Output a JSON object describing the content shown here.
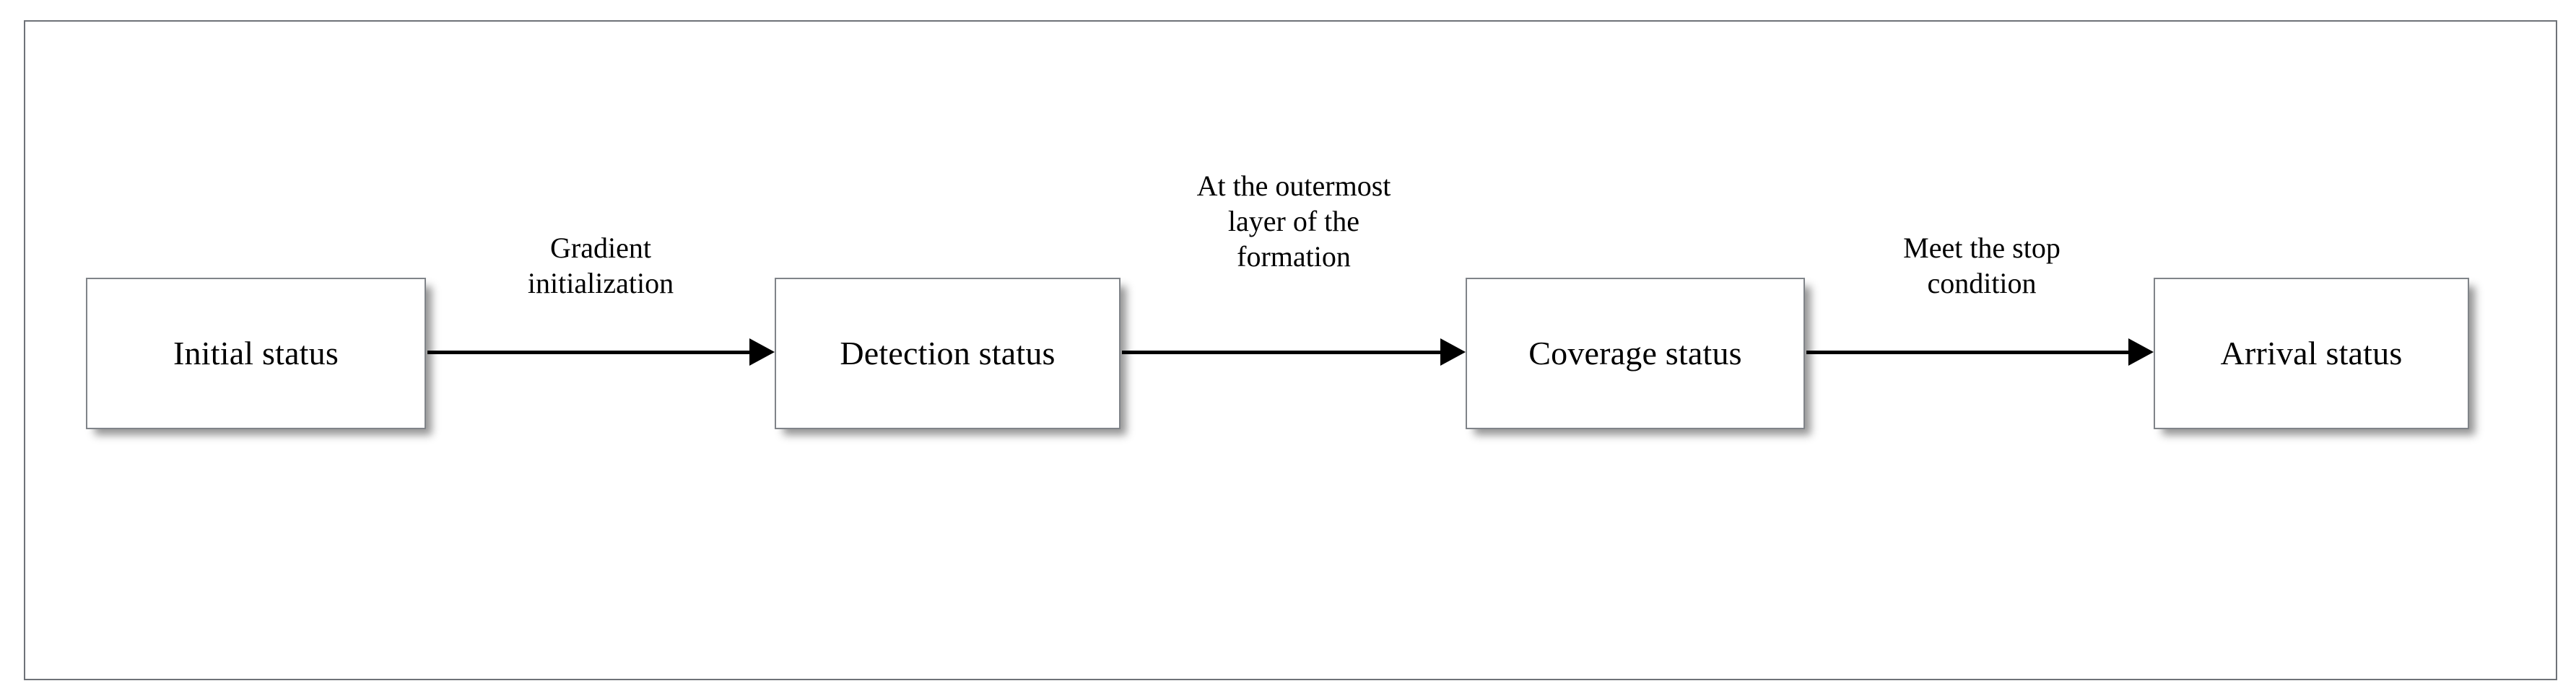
{
  "figure": {
    "type": "state-transition-flowchart",
    "orientation": "horizontal",
    "frame_border_color": "#6e7278",
    "box_border_color": "#808489",
    "box_fill_color": "#ffffff",
    "arrow_color": "#000000",
    "text_color": "#000000",
    "background_color": "#ffffff"
  },
  "nodes": [
    {
      "id": "initial",
      "label": "Initial status"
    },
    {
      "id": "detection",
      "label": "Detection status"
    },
    {
      "id": "coverage",
      "label": "Coverage status"
    },
    {
      "id": "arrival",
      "label": "Arrival status"
    }
  ],
  "edges": [
    {
      "id": "initial-to-detection",
      "from": "initial",
      "to": "detection",
      "label_lines": [
        "Gradient",
        "initialization"
      ],
      "label_text": "Gradient initialization"
    },
    {
      "id": "detection-to-coverage",
      "from": "detection",
      "to": "coverage",
      "label_lines": [
        "At the outermost",
        "layer of the",
        "formation"
      ],
      "label_text": "At the outermost layer of the formation"
    },
    {
      "id": "coverage-to-arrival",
      "from": "coverage",
      "to": "arrival",
      "label_lines": [
        "Meet the stop",
        "condition"
      ],
      "label_text": "Meet the stop condition"
    }
  ]
}
